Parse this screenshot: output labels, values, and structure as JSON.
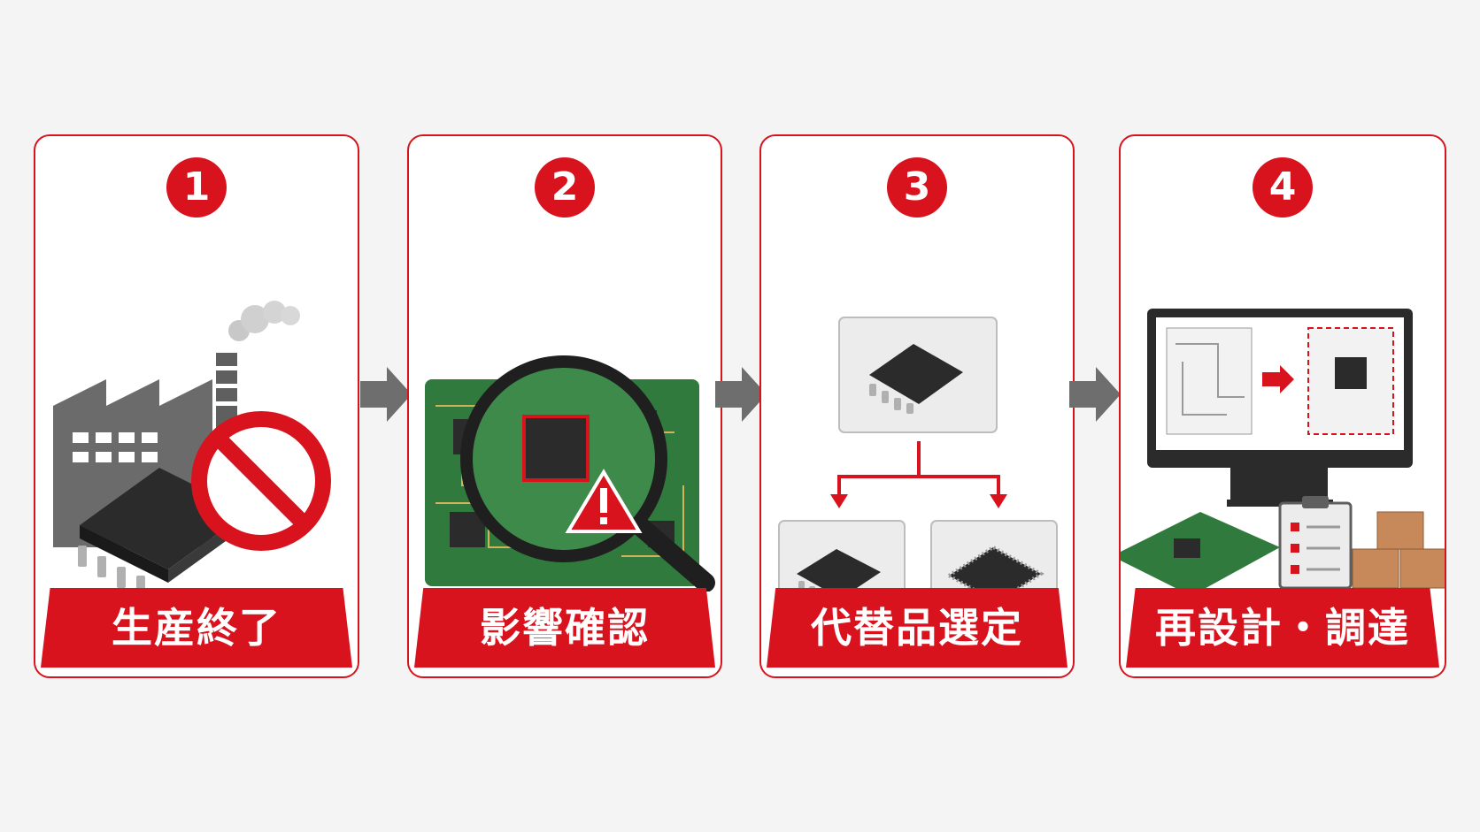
{
  "steps": [
    {
      "number": "1",
      "label": "生産終了"
    },
    {
      "number": "2",
      "label": "影響確認"
    },
    {
      "number": "3",
      "label": "代替品選定"
    },
    {
      "number": "4",
      "label": "再設計・調達"
    }
  ],
  "colors": {
    "accent": "#d8131e",
    "arrow": "#6e6e6e",
    "board": "#2f7a3c",
    "chip": "#2b2b2b"
  }
}
